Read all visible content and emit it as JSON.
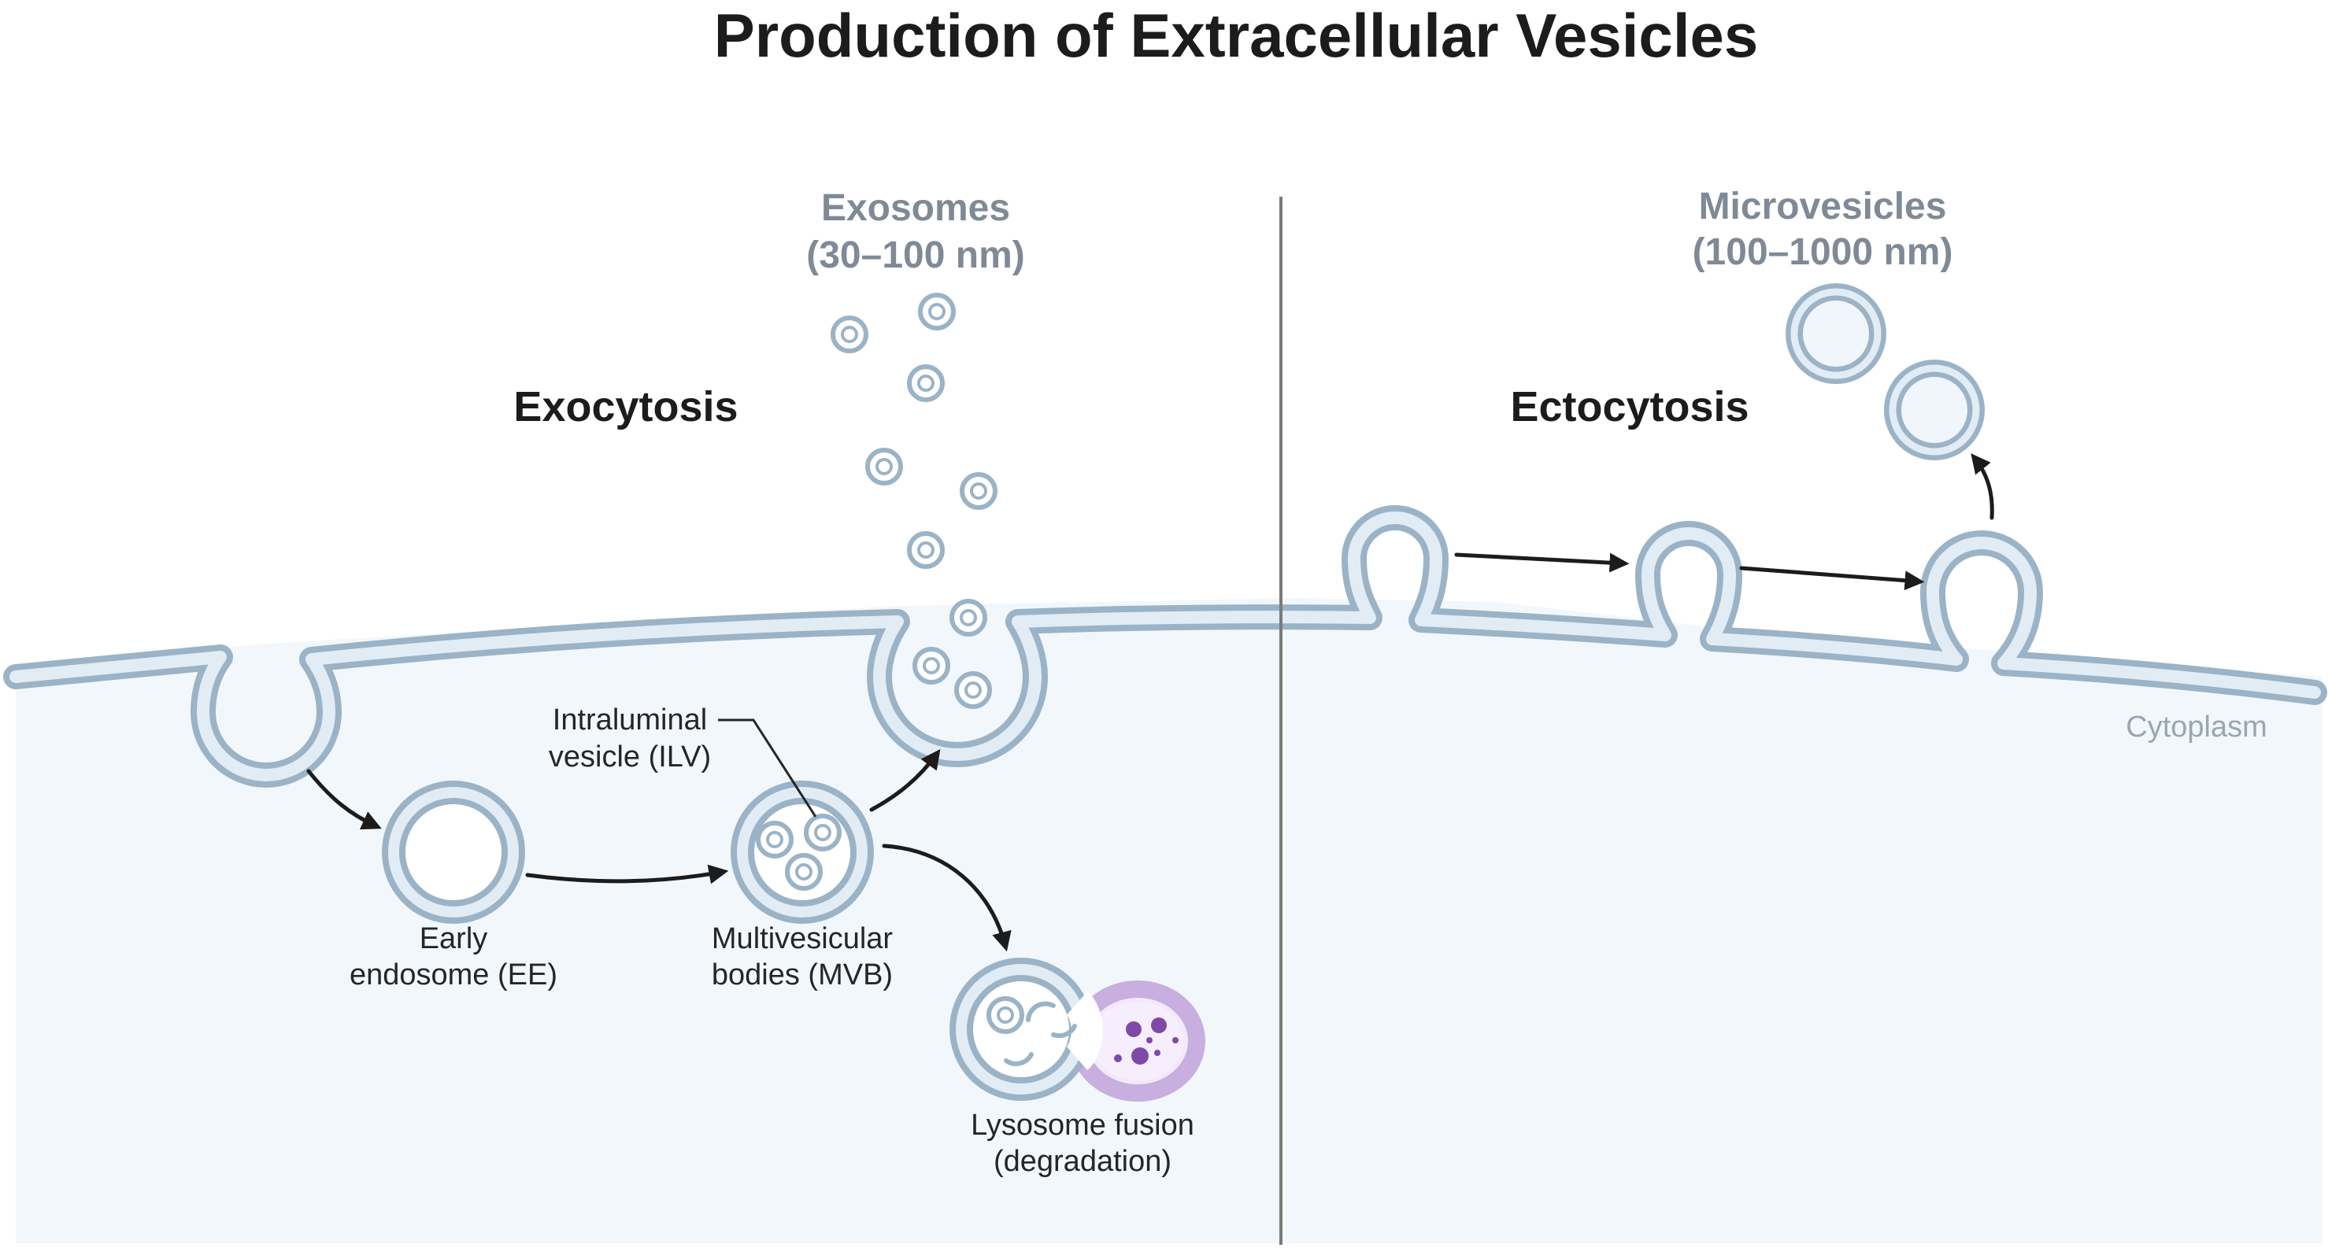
{
  "title": "Production of Extracellular Vesicles",
  "sections": {
    "exocytosis": "Exocytosis",
    "ectocytosis": "Ectocytosis"
  },
  "exosomes": {
    "line1": "Exosomes",
    "line2": "(30–100 nm)"
  },
  "microvesicles": {
    "line1": "Microvesicles",
    "line2": "(100–1000 nm)"
  },
  "labels": {
    "ilv": {
      "line1": "Intraluminal",
      "line2": "vesicle (ILV)"
    },
    "early_endosome": {
      "line1": "Early",
      "line2": "endosome (EE)"
    },
    "mvb": {
      "line1": "Multivesicular",
      "line2": "bodies (MVB)"
    },
    "lysosome": {
      "line1": "Lysosome fusion",
      "line2": "(degradation)"
    },
    "cytoplasm": "Cytoplasm"
  },
  "colors": {
    "membrane": "#9bb3c6",
    "membrane_inner": "#e1ecf5",
    "cytoplasm": "#f2f7fc",
    "lysosome": "#c9aee0",
    "lysosome_content": "#7e4aa8",
    "divider": "#7a7a7a",
    "text": "#1c1c1c",
    "muted_text": "#7f8a96"
  }
}
